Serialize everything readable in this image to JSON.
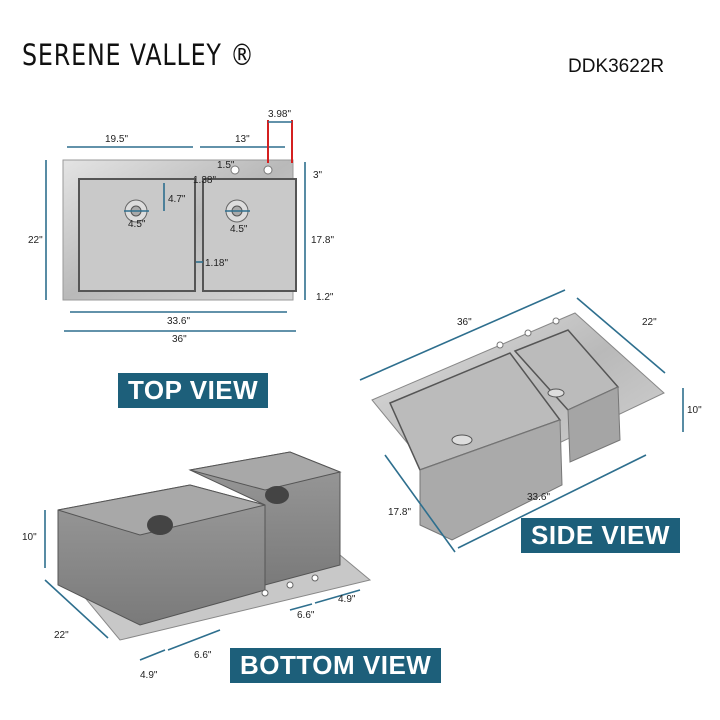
{
  "brand": "SERENE VALLEY ®",
  "model": "DDK3622R",
  "views": {
    "top": {
      "title": "TOP VIEW",
      "labels": {
        "left_bowl_width": "19.5\"",
        "right_bowl_width": "13\"",
        "faucet_offset": "3.98\"",
        "deck_hole": "1.5\"",
        "divider_gap": "1.38\"",
        "drain_offset": "4.7\"",
        "left_drain": "4.5\"",
        "right_drain": "4.5\"",
        "divider": "1.18\"",
        "overall_depth": "22\"",
        "deck_depth": "3\"",
        "bowl_depth": "17.8\"",
        "front_rim": "1.2\"",
        "bowl_total_width": "33.6\"",
        "overall_width": "36\""
      }
    },
    "side": {
      "title": "SIDE VIEW",
      "labels": {
        "width": "36\"",
        "depth": "22\"",
        "height": "10\"",
        "bowl_length": "17.8\"",
        "bowl_width": "33.6\""
      }
    },
    "bottom": {
      "title": "BOTTOM VIEW",
      "labels": {
        "height": "10\"",
        "depth": "22\"",
        "right_inset": "4.9\"",
        "right_spacing": "6.6\"",
        "left_spacing": "6.6\"",
        "left_inset": "4.9\""
      }
    }
  }
}
